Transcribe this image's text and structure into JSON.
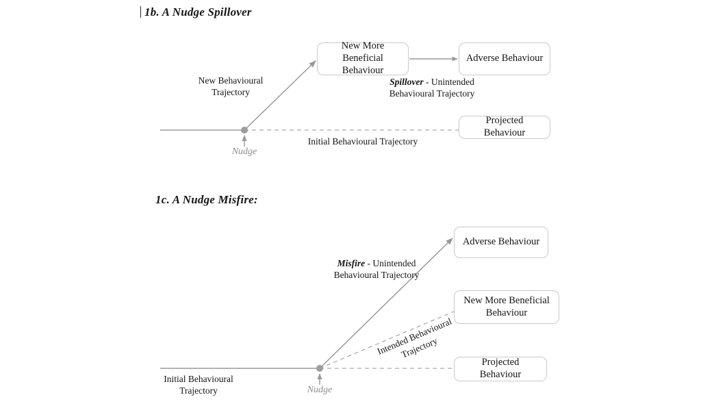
{
  "figure": {
    "panels": [
      {
        "id": "1b",
        "title": "1b. A Nudge Spillover",
        "title_prefix_bar": true,
        "nodes": [
          {
            "name": "new-more-beneficial-behaviour",
            "text": "New More Beneficial\nBehaviour"
          },
          {
            "name": "adverse-behaviour",
            "text": "Adverse Behaviour"
          },
          {
            "name": "projected-behaviour",
            "text": "Projected Behaviour"
          }
        ],
        "labels": {
          "new_trajectory": "New Behavioural\nTrajectory",
          "spillover_emph": "Spillover",
          "spillover_rest": " - Unintended",
          "spillover_line2": "Behavioural Trajectory",
          "initial_trajectory": "Initial Behavioural Trajectory",
          "nudge": "Nudge"
        }
      },
      {
        "id": "1c",
        "title": "1c. A Nudge Misfire:",
        "title_prefix_bar": false,
        "nodes": [
          {
            "name": "adverse-behaviour",
            "text": "Adverse Behaviour"
          },
          {
            "name": "new-more-beneficial-behaviour",
            "text": "New More Beneficial\nBehaviour"
          },
          {
            "name": "projected-behaviour",
            "text": "Projected Behaviour"
          }
        ],
        "labels": {
          "misfire_emph": "Misfire",
          "misfire_rest": " - Unintended",
          "misfire_line2": "Behavioural Trajectory",
          "intended_line1": "Intended Behavioural",
          "intended_line2": "Trajectory",
          "initial_trajectory": "Initial Behavioural\nTrajectory",
          "nudge": "Nudge"
        }
      }
    ],
    "colors": {
      "background": "#ffffff",
      "text": "#141414",
      "box_border": "#c9c9c9",
      "line": "#9a9a9a",
      "dashed_line": "#aaaaaa",
      "nudge_dot": "#9d9d9d",
      "nudge_label": "#8d8d8d"
    }
  }
}
